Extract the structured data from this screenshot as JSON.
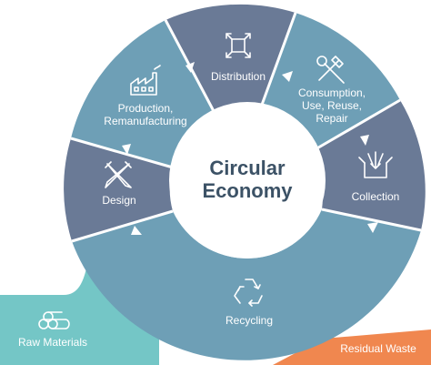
{
  "center": {
    "line1": "Circular",
    "line2": "Economy"
  },
  "segments": {
    "distribution": {
      "label": "Distribution",
      "color": "#6a7a96"
    },
    "consumption": {
      "line1": "Consumption,",
      "line2": "Use, Reuse,",
      "line3": "Repair",
      "color": "#6e9fb6"
    },
    "collection": {
      "label": "Collection",
      "color": "#6a7a96"
    },
    "recycling": {
      "label": "Recycling",
      "color": "#6e9fb6"
    },
    "design": {
      "label": "Design",
      "color": "#6a7a96"
    },
    "production": {
      "line1": "Production,",
      "line2": "Remanufacturing",
      "color": "#6e9fb6"
    }
  },
  "inputs": {
    "raw_materials": {
      "label": "Raw Materials",
      "color": "#74c6c6"
    },
    "residual_waste": {
      "label": "Residual Waste",
      "color": "#f0874f"
    }
  },
  "icons": [
    "distribution-arrows-icon",
    "tools-icon",
    "collection-box-icon",
    "recycle-icon",
    "pencil-ruler-icon",
    "factory-icon",
    "log-pile-icon"
  ]
}
